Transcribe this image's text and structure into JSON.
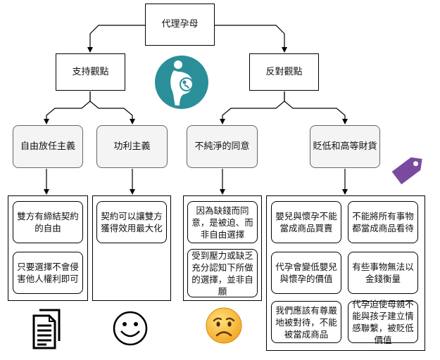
{
  "root": {
    "label": "代理孕母"
  },
  "support": {
    "label": "支持觀點",
    "children": [
      {
        "label": "自由放任主義",
        "cards": [
          "雙方有締結契約的自由",
          "只要選擇不會侵害他人權利即可"
        ]
      },
      {
        "label": "功利主義",
        "cards": [
          "契約可以讓雙方獲得效用最大化"
        ]
      }
    ]
  },
  "oppose": {
    "label": "反對觀點",
    "children": [
      {
        "label": "不純淨的同意",
        "cards": [
          "因為缺錢而同意，是被迫、而非自由選擇",
          "受到壓力或缺乏充分認知下所做的選擇，並非自願"
        ]
      },
      {
        "label": "貶低和高等財貨",
        "cards": [
          "嬰兒與懷孕不能當成商品買賣",
          "不能將所有事物都當成商品看待",
          "代孕會變低嬰兒與懷孕的價值",
          "有些事物無法以金錢衡量",
          "我們應該有尊嚴地被對待，不能被當成商品",
          "代孕迫使母親不能與孩子建立情感聯繫，被貶低價值"
        ]
      }
    ]
  },
  "icons": [
    "pregnancy-logo-icon",
    "price-tag-icon",
    "document-icon",
    "smiley-face-icon",
    "frowning-face-emoji-icon"
  ],
  "colors": {
    "teal": "#2a8f99",
    "purple": "#7a4aa0",
    "category_fill": "#f4f4f4"
  }
}
